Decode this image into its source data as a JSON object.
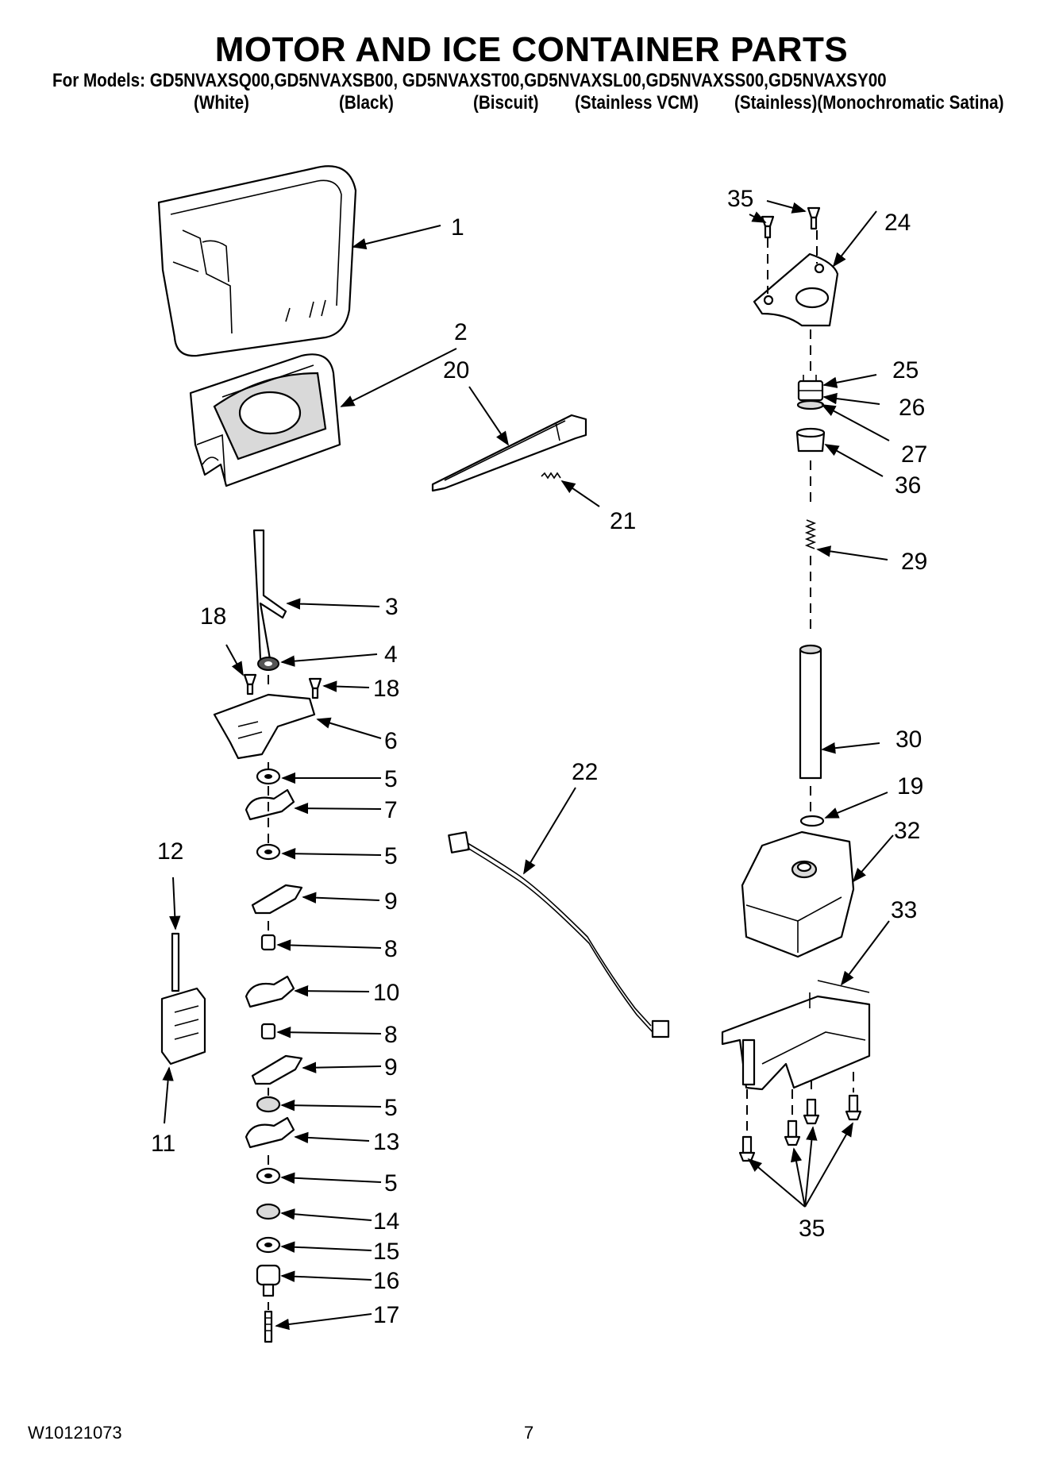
{
  "header": {
    "title": "MOTOR AND ICE CONTAINER PARTS",
    "models_line": "For Models: GD5NVAXSQ00,GD5NVAXSB00, GD5NVAXST00,GD5NVAXSL00,GD5NVAXSS00,GD5NVAXSY00",
    "colors": [
      "(White)",
      "(Black)",
      "(Biscuit)",
      "(Stainless VCM)",
      "(Stainless)(Monochromatic Satina)"
    ]
  },
  "callouts": {
    "c1": "1",
    "c2": "2",
    "c3": "3",
    "c4": "4",
    "c5a": "5",
    "c5b": "5",
    "c5c": "5",
    "c5d": "5",
    "c6": "6",
    "c7": "7",
    "c8a": "8",
    "c8b": "8",
    "c9a": "9",
    "c9b": "9",
    "c10": "10",
    "c11": "11",
    "c12": "12",
    "c13": "13",
    "c14": "14",
    "c15": "15",
    "c16": "16",
    "c17": "17",
    "c18a": "18",
    "c18b": "18",
    "c19": "19",
    "c20": "20",
    "c21": "21",
    "c22": "22",
    "c24": "24",
    "c25": "25",
    "c26": "26",
    "c27": "27",
    "c29": "29",
    "c30": "30",
    "c32": "32",
    "c33": "33",
    "c35a": "35",
    "c35b": "35",
    "c36": "36"
  },
  "footer": {
    "doc_number": "W10121073",
    "page_number": "7"
  }
}
